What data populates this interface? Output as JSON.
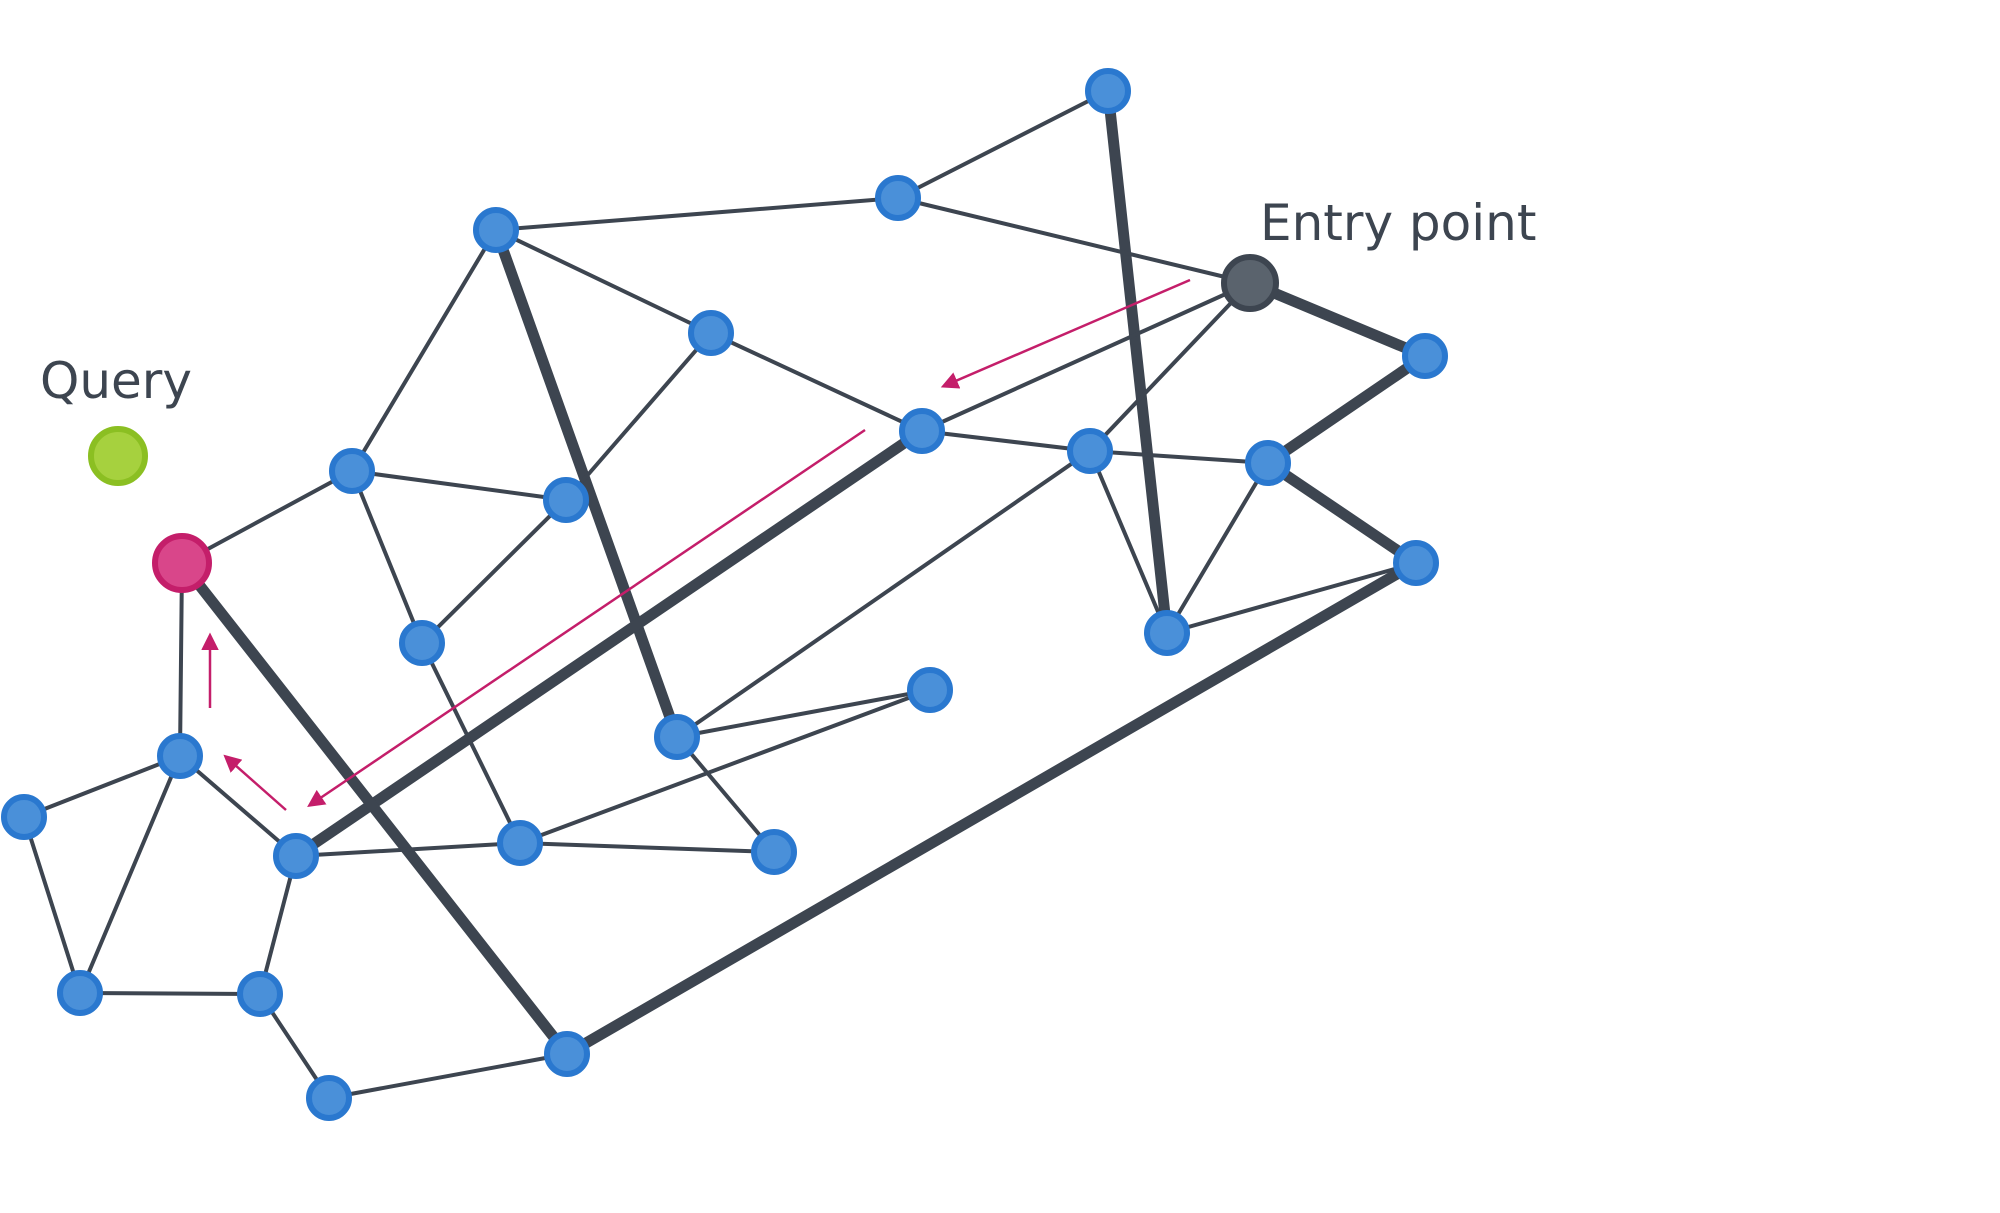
{
  "labels": {
    "query": "Query",
    "entry_point": "Entry point"
  },
  "colors": {
    "node_fill": "#4a90d9",
    "node_stroke": "#2a78cf",
    "edge": "#3d4550",
    "query_fill": "#a6d13e",
    "query_stroke": "#8bbf22",
    "entry_fill": "#5a636d",
    "entry_stroke": "#3d4550",
    "nearest_fill": "#d9468a",
    "nearest_stroke": "#c41e6a",
    "search_path": "#c41e6a",
    "label_text": "#3d4550"
  },
  "diagram": {
    "nodes": [
      {
        "id": "n-top",
        "role": "node"
      },
      {
        "id": "n-upper-mid",
        "role": "node"
      },
      {
        "id": "n-upper-left",
        "role": "node"
      },
      {
        "id": "entry",
        "role": "entry"
      },
      {
        "id": "n-right-upper",
        "role": "node"
      },
      {
        "id": "n-center-upper",
        "role": "node"
      },
      {
        "id": "n-center-right",
        "role": "node"
      },
      {
        "id": "n-center",
        "role": "node"
      },
      {
        "id": "n-right-mid",
        "role": "node"
      },
      {
        "id": "n-left-mid",
        "role": "node"
      },
      {
        "id": "n-left-center",
        "role": "node"
      },
      {
        "id": "nearest",
        "role": "nearest"
      },
      {
        "id": "n-right-lower",
        "role": "node"
      },
      {
        "id": "n-lower-right",
        "role": "node"
      },
      {
        "id": "n-left-lower",
        "role": "node"
      },
      {
        "id": "n-mid-lower",
        "role": "node"
      },
      {
        "id": "n-left-low",
        "role": "node"
      },
      {
        "id": "n-far-left",
        "role": "node"
      },
      {
        "id": "n-lower-left-hub",
        "role": "node"
      },
      {
        "id": "n-bottom-center",
        "role": "node"
      },
      {
        "id": "n-bottom-right",
        "role": "node"
      },
      {
        "id": "n-bottom-far-left",
        "role": "node"
      },
      {
        "id": "n-bottom-left",
        "role": "node"
      },
      {
        "id": "n-bottom",
        "role": "node"
      },
      {
        "id": "n-bottom-mid",
        "role": "node"
      }
    ],
    "edges": [
      {
        "from": "n-top",
        "to": "n-upper-mid",
        "weight": "thin"
      },
      {
        "from": "n-top",
        "to": "n-lower-right",
        "weight": "thick"
      },
      {
        "from": "n-upper-mid",
        "to": "n-upper-left",
        "weight": "thin"
      },
      {
        "from": "n-upper-mid",
        "to": "entry",
        "weight": "thin"
      },
      {
        "from": "n-upper-left",
        "to": "n-center-upper",
        "weight": "thin"
      },
      {
        "from": "n-upper-left",
        "to": "n-left-mid",
        "weight": "thin"
      },
      {
        "from": "n-upper-left",
        "to": "n-right-lower",
        "weight": "thick"
      },
      {
        "from": "entry",
        "to": "n-right-upper",
        "weight": "thick"
      },
      {
        "from": "entry",
        "to": "n-center",
        "weight": "thin"
      },
      {
        "from": "entry",
        "to": "n-center-right",
        "weight": "thin"
      },
      {
        "from": "n-right-upper",
        "to": "n-right-mid",
        "weight": "thick"
      },
      {
        "from": "n-center-upper",
        "to": "n-center",
        "weight": "thin"
      },
      {
        "from": "n-center-upper",
        "to": "n-left-center",
        "weight": "thin"
      },
      {
        "from": "n-center",
        "to": "n-center-right",
        "weight": "thin"
      },
      {
        "from": "n-center",
        "to": "n-lower-left-hub",
        "weight": "thick"
      },
      {
        "from": "n-center-right",
        "to": "n-right-mid",
        "weight": "thin"
      },
      {
        "from": "n-center-right",
        "to": "n-lower-right",
        "weight": "thin"
      },
      {
        "from": "n-center-right",
        "to": "n-right-lower",
        "weight": "thin"
      },
      {
        "from": "n-right-mid",
        "to": "n-lower-right",
        "weight": "thin"
      },
      {
        "from": "n-right-mid",
        "to": "n-bottom-right",
        "weight": "thick"
      },
      {
        "from": "n-left-mid",
        "to": "n-left-center",
        "weight": "thin"
      },
      {
        "from": "n-left-mid",
        "to": "nearest",
        "weight": "thin"
      },
      {
        "from": "n-left-mid",
        "to": "n-left-low",
        "weight": "thin"
      },
      {
        "from": "n-left-center",
        "to": "n-left-lower",
        "weight": "thin"
      },
      {
        "from": "nearest",
        "to": "n-far-left",
        "weight": "thin"
      },
      {
        "from": "nearest",
        "to": "n-bottom",
        "weight": "thick"
      },
      {
        "from": "n-bottom-right",
        "to": "n-lower-right",
        "weight": "thin"
      },
      {
        "from": "n-bottom-right",
        "to": "n-bottom",
        "weight": "thick"
      },
      {
        "from": "n-right-lower",
        "to": "n-mid-lower",
        "weight": "thin"
      },
      {
        "from": "n-right-lower",
        "to": "n-bottom-center",
        "weight": "thin"
      },
      {
        "from": "n-left-lower",
        "to": "n-bottom-mid",
        "weight": "thin"
      },
      {
        "from": "n-mid-lower",
        "to": "n-bottom-mid",
        "weight": "thin"
      },
      {
        "from": "n-bottom-mid",
        "to": "n-bottom-center",
        "weight": "thin"
      },
      {
        "from": "n-bottom-mid",
        "to": "n-lower-left-hub",
        "weight": "thin"
      },
      {
        "from": "n-far-left",
        "to": "n-lower-left-hub",
        "weight": "thin"
      },
      {
        "from": "n-far-left",
        "to": "n-bottom-far-left",
        "weight": "thin"
      },
      {
        "from": "n-far-left",
        "to": "n-left-low-edge",
        "weight": "thin"
      },
      {
        "from": "n-left-low",
        "to": "n-far-left",
        "weight": "thin"
      },
      {
        "from": "n-left-low",
        "to": "n-bottom-far-left",
        "weight": "thin"
      },
      {
        "from": "n-lower-left-hub",
        "to": "n-bottom-left",
        "weight": "thin"
      },
      {
        "from": "n-bottom-far-left",
        "to": "n-bottom-left",
        "weight": "thin"
      },
      {
        "from": "n-bottom-left",
        "to": "n-bottom-low",
        "weight": "thin"
      },
      {
        "from": "n-bottom-low",
        "to": "n-bottom",
        "weight": "thin"
      }
    ],
    "search_path": [
      "entry",
      "n-center",
      "n-lower-left-hub",
      "n-far-left",
      "nearest"
    ]
  }
}
